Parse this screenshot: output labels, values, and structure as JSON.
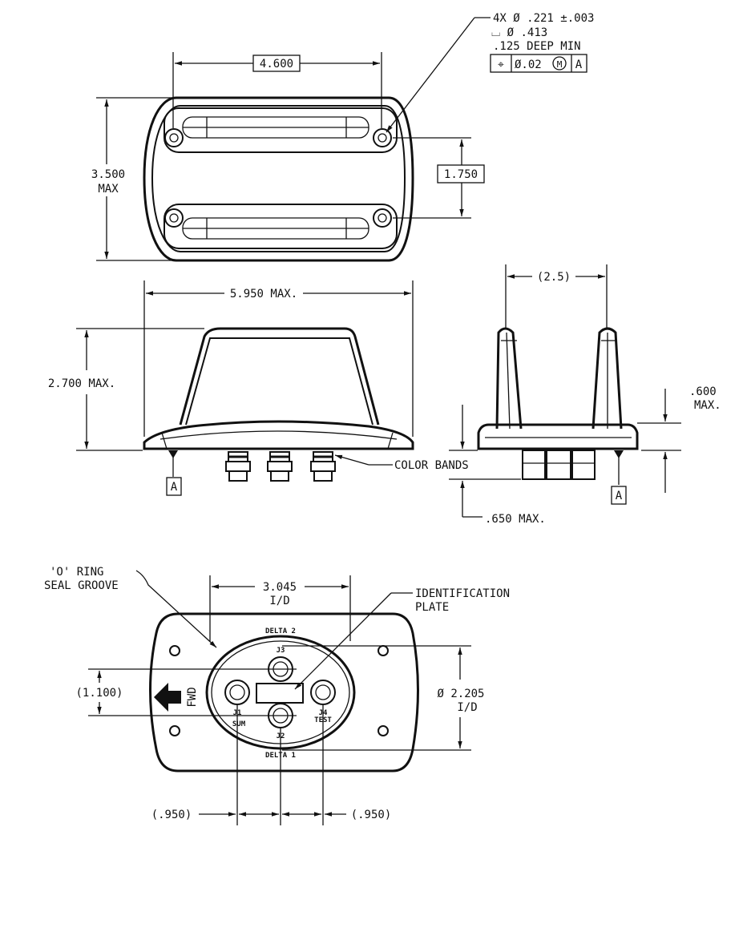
{
  "top_view": {
    "width_dim": "4.600",
    "height_dim_1": "3.500",
    "height_dim_2": "MAX",
    "hole_spacing_dim": "1.750",
    "hole_callout": {
      "line1": "4X Ø .221 ±.003",
      "line2": "⌴ Ø .413",
      "line3": ".125 DEEP MIN",
      "fcf_symbol": "⌖",
      "fcf_tol": "Ø.02",
      "fcf_mod": "M",
      "fcf_datum": "A"
    }
  },
  "side_view": {
    "width_dim": "5.950 MAX.",
    "height_dim": "2.700 MAX.",
    "datum": "A",
    "note": "COLOR BANDS"
  },
  "end_view": {
    "spacing_dim": "(2.5)",
    "flange_dim_1": ".600",
    "flange_dim_2": "MAX.",
    "connector_dim": ".650 MAX.",
    "datum": "A"
  },
  "bottom_view": {
    "oring_note_1": "'O' RING",
    "oring_note_2": "SEAL GROOVE",
    "id_width_1": "3.045",
    "id_width_2": "I/D",
    "id_plate_1": "IDENTIFICATION",
    "id_plate_2": "PLATE",
    "id_height_1": "Ø 2.205",
    "id_height_2": "I/D",
    "offset_dim": "(1.100)",
    "fwd": "FWD",
    "spacing_left": "(.950)",
    "spacing_right": "(.950)",
    "labels": {
      "delta2": "DELTA 2",
      "delta1": "DELTA 1",
      "j1": "J1",
      "j2": "J2",
      "j3": "J3",
      "j4": "J4",
      "sum": "SUM",
      "test": "TEST"
    }
  }
}
